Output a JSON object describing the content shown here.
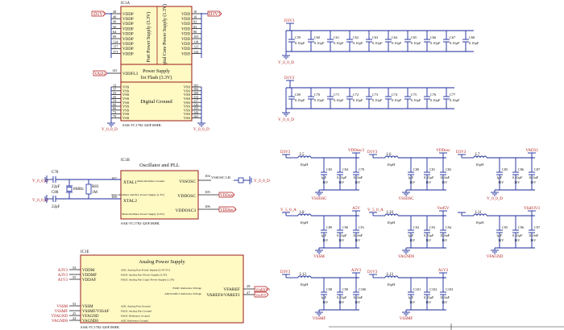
{
  "u1a": {
    "ref": "IC1A",
    "power_pins": [
      "28",
      "40",
      "49",
      "50",
      "64",
      "99",
      "114",
      "157",
      "171"
    ],
    "vddp_label": "VDDP",
    "vdd_pins": [
      "10",
      "16",
      "82",
      "83",
      "90",
      "103",
      "118",
      "123",
      "134"
    ],
    "vdd_label": "VDD",
    "block_left": "Port Power Supply (3.3V)",
    "block_right": "Digital Core Power Supply (1.3V)",
    "vddfl_pin": "141",
    "vddfl_label": "VDDFL3",
    "flash_line1": "Power Supply",
    "flash_line2": "for Flash (3.3V)",
    "gnd_left_pins": [
      "12",
      "17",
      "23",
      "43",
      "54",
      "60",
      "66",
      "72",
      "79"
    ],
    "gnd_right_pins": [
      "101",
      "102",
      "109",
      "113",
      "117",
      "126",
      "133",
      "144",
      "165"
    ],
    "vss_label": "VSS",
    "ground_title": "Digital Ground",
    "part": "SAK-TC1782-320F180HL",
    "net_d1v3": "D1V3",
    "net_d3v3": "D3V3",
    "net_gnd": "V_0_0_D"
  },
  "cap_rows": [
    {
      "net": "D3V3",
      "caps": [
        "C59",
        "C60",
        "C61",
        "C62",
        "C63",
        "C64",
        "C65",
        "C66",
        "C67",
        "C68"
      ],
      "value": "0.10µF",
      "gnd": "V_0_0_D"
    },
    {
      "net": "D1V3",
      "caps": [
        "C69",
        "C70",
        "C71",
        "C72",
        "C73",
        "C74",
        "C75",
        "C76",
        "C77"
      ],
      "value": "0.10µF",
      "gnd": "V_0_0_D"
    }
  ],
  "osc": {
    "ref": "IC1B",
    "title": "Oscillator and PLL",
    "xtal1": "XTAL1",
    "xtal2": "XTAL2",
    "xtal1_pin": "107",
    "xtal2_pin": "108",
    "vssosc": "VSSOSC",
    "vssosc_pin": "104",
    "vddosc": "VDDOSC",
    "vddosc_pin": "105",
    "vddosc3": "VDDOSC3",
    "vddosc3_pin": "106",
    "desc_gnd": "Main Oscillator Ground",
    "desc_vdd": "Main Oscillator and PLL Power Supply (1.3V)",
    "desc_vdd3": "Main Oscillator Power Supply (3.3V)",
    "c78": "C78",
    "c78_value": "22pF",
    "c88": "C88",
    "c88_value": "22pF",
    "xtal": "8MHz",
    "r": "R83",
    "r_value": "1M",
    "lb_label": "VSSOSC LB",
    "net_vddosc": "VDDosc",
    "net_vddosc3": "VDDosc3",
    "gnd": "V_0_0_D",
    "part": "SAK-TC1782-320F180HL"
  },
  "analog": {
    "ref": "IC1E",
    "title": "Analog Power Supply",
    "pins_left": [
      {
        "pin": "54",
        "name": "VDDM",
        "desc": "ADC Analog Part Power Supply (3.3V/5V)",
        "net": "A3V3"
      },
      {
        "pin": "",
        "name": "VDDMF",
        "desc": "FADC Analog Part Power Supply (3.3V)",
        "net": "A3V3"
      },
      {
        "pin": "55",
        "name": "VDDAF",
        "desc": "FADC Analog Part Logic Power Supply (1.3V)",
        "net": "A1V3"
      },
      {
        "pin": "53",
        "name": "VSSM",
        "desc": "ADC Analog Part Ground",
        "net": "VSSM"
      },
      {
        "pin": "",
        "name": "VSSMF/VSSAF",
        "desc": "FADC Analog Part Ground",
        "net": "VSSMF"
      },
      {
        "pin": "25",
        "name": "VFAGND",
        "desc": "FADC Reference Ground",
        "net": "VFAGND"
      },
      {
        "pin": "24",
        "name": "VAGND0",
        "desc": "ADC Reference Ground",
        "net": "VAGND0"
      }
    ],
    "vfaref": "VFAREF",
    "vfaref_pin": "28",
    "vfaref_desc": "FADC Reference Voltage",
    "vareff": "VAREF0/VAREF1",
    "vareff_pin": "27",
    "vareff_desc": "ADC0/ADC1 Reference Voltage",
    "net_vfaref": "VfaD3V3",
    "net_varef": "Vref5V",
    "part": "SAK-TC1782-320F180HL"
  },
  "filters": [
    {
      "l": "L5",
      "l_value": "10µH",
      "in": "D3V3",
      "out": "VDDosc3",
      "gnd": "VSSOSC",
      "caps": [
        {
          "n": "C83",
          "v": "1µF",
          "r": "16V"
        },
        {
          "n": "C84",
          "v": "0.10µF",
          "r": "16V"
        },
        {
          "n": "C70",
          "v": "10.0nF",
          "r": "16V"
        }
      ]
    },
    {
      "l": "L6",
      "l_value": "10µH",
      "in": "D1V3",
      "out": "VDDosc",
      "gnd": "VSSOSC",
      "caps": [
        {
          "n": "C80",
          "v": "1µF",
          "r": "16V"
        },
        {
          "n": "C81",
          "v": "0.10µF",
          "r": "16V"
        },
        {
          "n": "C82",
          "v": "10.0nF",
          "r": "16V"
        }
      ]
    },
    {
      "l": "L7",
      "l_value": "10µH",
      "in": "D3V3",
      "out": "VAD33",
      "gnd": "V_0_0_D",
      "caps": [
        {
          "n": "C85",
          "v": "1µF",
          "r": "16V"
        },
        {
          "n": "C86",
          "v": "0.10µF",
          "r": "16V"
        },
        {
          "n": "C87",
          "v": "10.0nF",
          "r": "16V"
        }
      ]
    },
    {
      "l": "L8",
      "l_value": "10µH",
      "in": "V_5_0_A",
      "out": "A5V",
      "gnd": "VSSM",
      "caps": [
        {
          "n": "C89",
          "v": "1µF",
          "r": "16V"
        },
        {
          "n": "C90",
          "v": "0.10µF",
          "r": "16V"
        },
        {
          "n": "C91",
          "v": "10.0nF",
          "r": "16V"
        }
      ]
    },
    {
      "l": "L10",
      "l_value": "10µH",
      "in": "V_5_0_A",
      "out": "Vref5V",
      "gnd": "VAGND0",
      "caps": [
        {
          "n": "C92",
          "v": "1µF",
          "r": "16V"
        },
        {
          "n": "C93",
          "v": "0.10µF",
          "r": "16V"
        },
        {
          "n": "C94",
          "v": "10.0nF",
          "r": "16V"
        }
      ]
    },
    {
      "l": "L11",
      "l_value": "10µH",
      "in": "",
      "out": "VfaD3V3",
      "gnd": "VFAGND",
      "caps": [
        {
          "n": "C95",
          "v": "1µF",
          "r": "16V"
        },
        {
          "n": "C96",
          "v": "0.10µF",
          "r": "16V"
        },
        {
          "n": "C97",
          "v": "10.0nF",
          "r": "16V"
        }
      ]
    },
    {
      "l": "L12",
      "l_value": "10µH",
      "in": "D3V3",
      "out": "A3V3",
      "gnd": "VSSMF",
      "caps": [
        {
          "n": "C98",
          "v": "1µF",
          "r": "16V"
        },
        {
          "n": "C99",
          "v": "0.10µF",
          "r": "16V"
        },
        {
          "n": "C100",
          "v": "10.0nF",
          "r": "16V"
        }
      ]
    },
    {
      "l": "L13",
      "l_value": "10µH",
      "in": "D1V3",
      "out": "A1V3",
      "gnd": "VSSMF",
      "caps": [
        {
          "n": "C101",
          "v": "1µF",
          "r": "16V"
        },
        {
          "n": "C102",
          "v": "0.10µF",
          "r": "16V"
        },
        {
          "n": "C103",
          "v": "10.0nF",
          "r": "16V"
        }
      ]
    }
  ],
  "colors": {
    "wire": "#1a2a9a",
    "chip_fill": "#fff9c4",
    "chip_border": "#9a1b1b",
    "net_label": "#b01818"
  }
}
